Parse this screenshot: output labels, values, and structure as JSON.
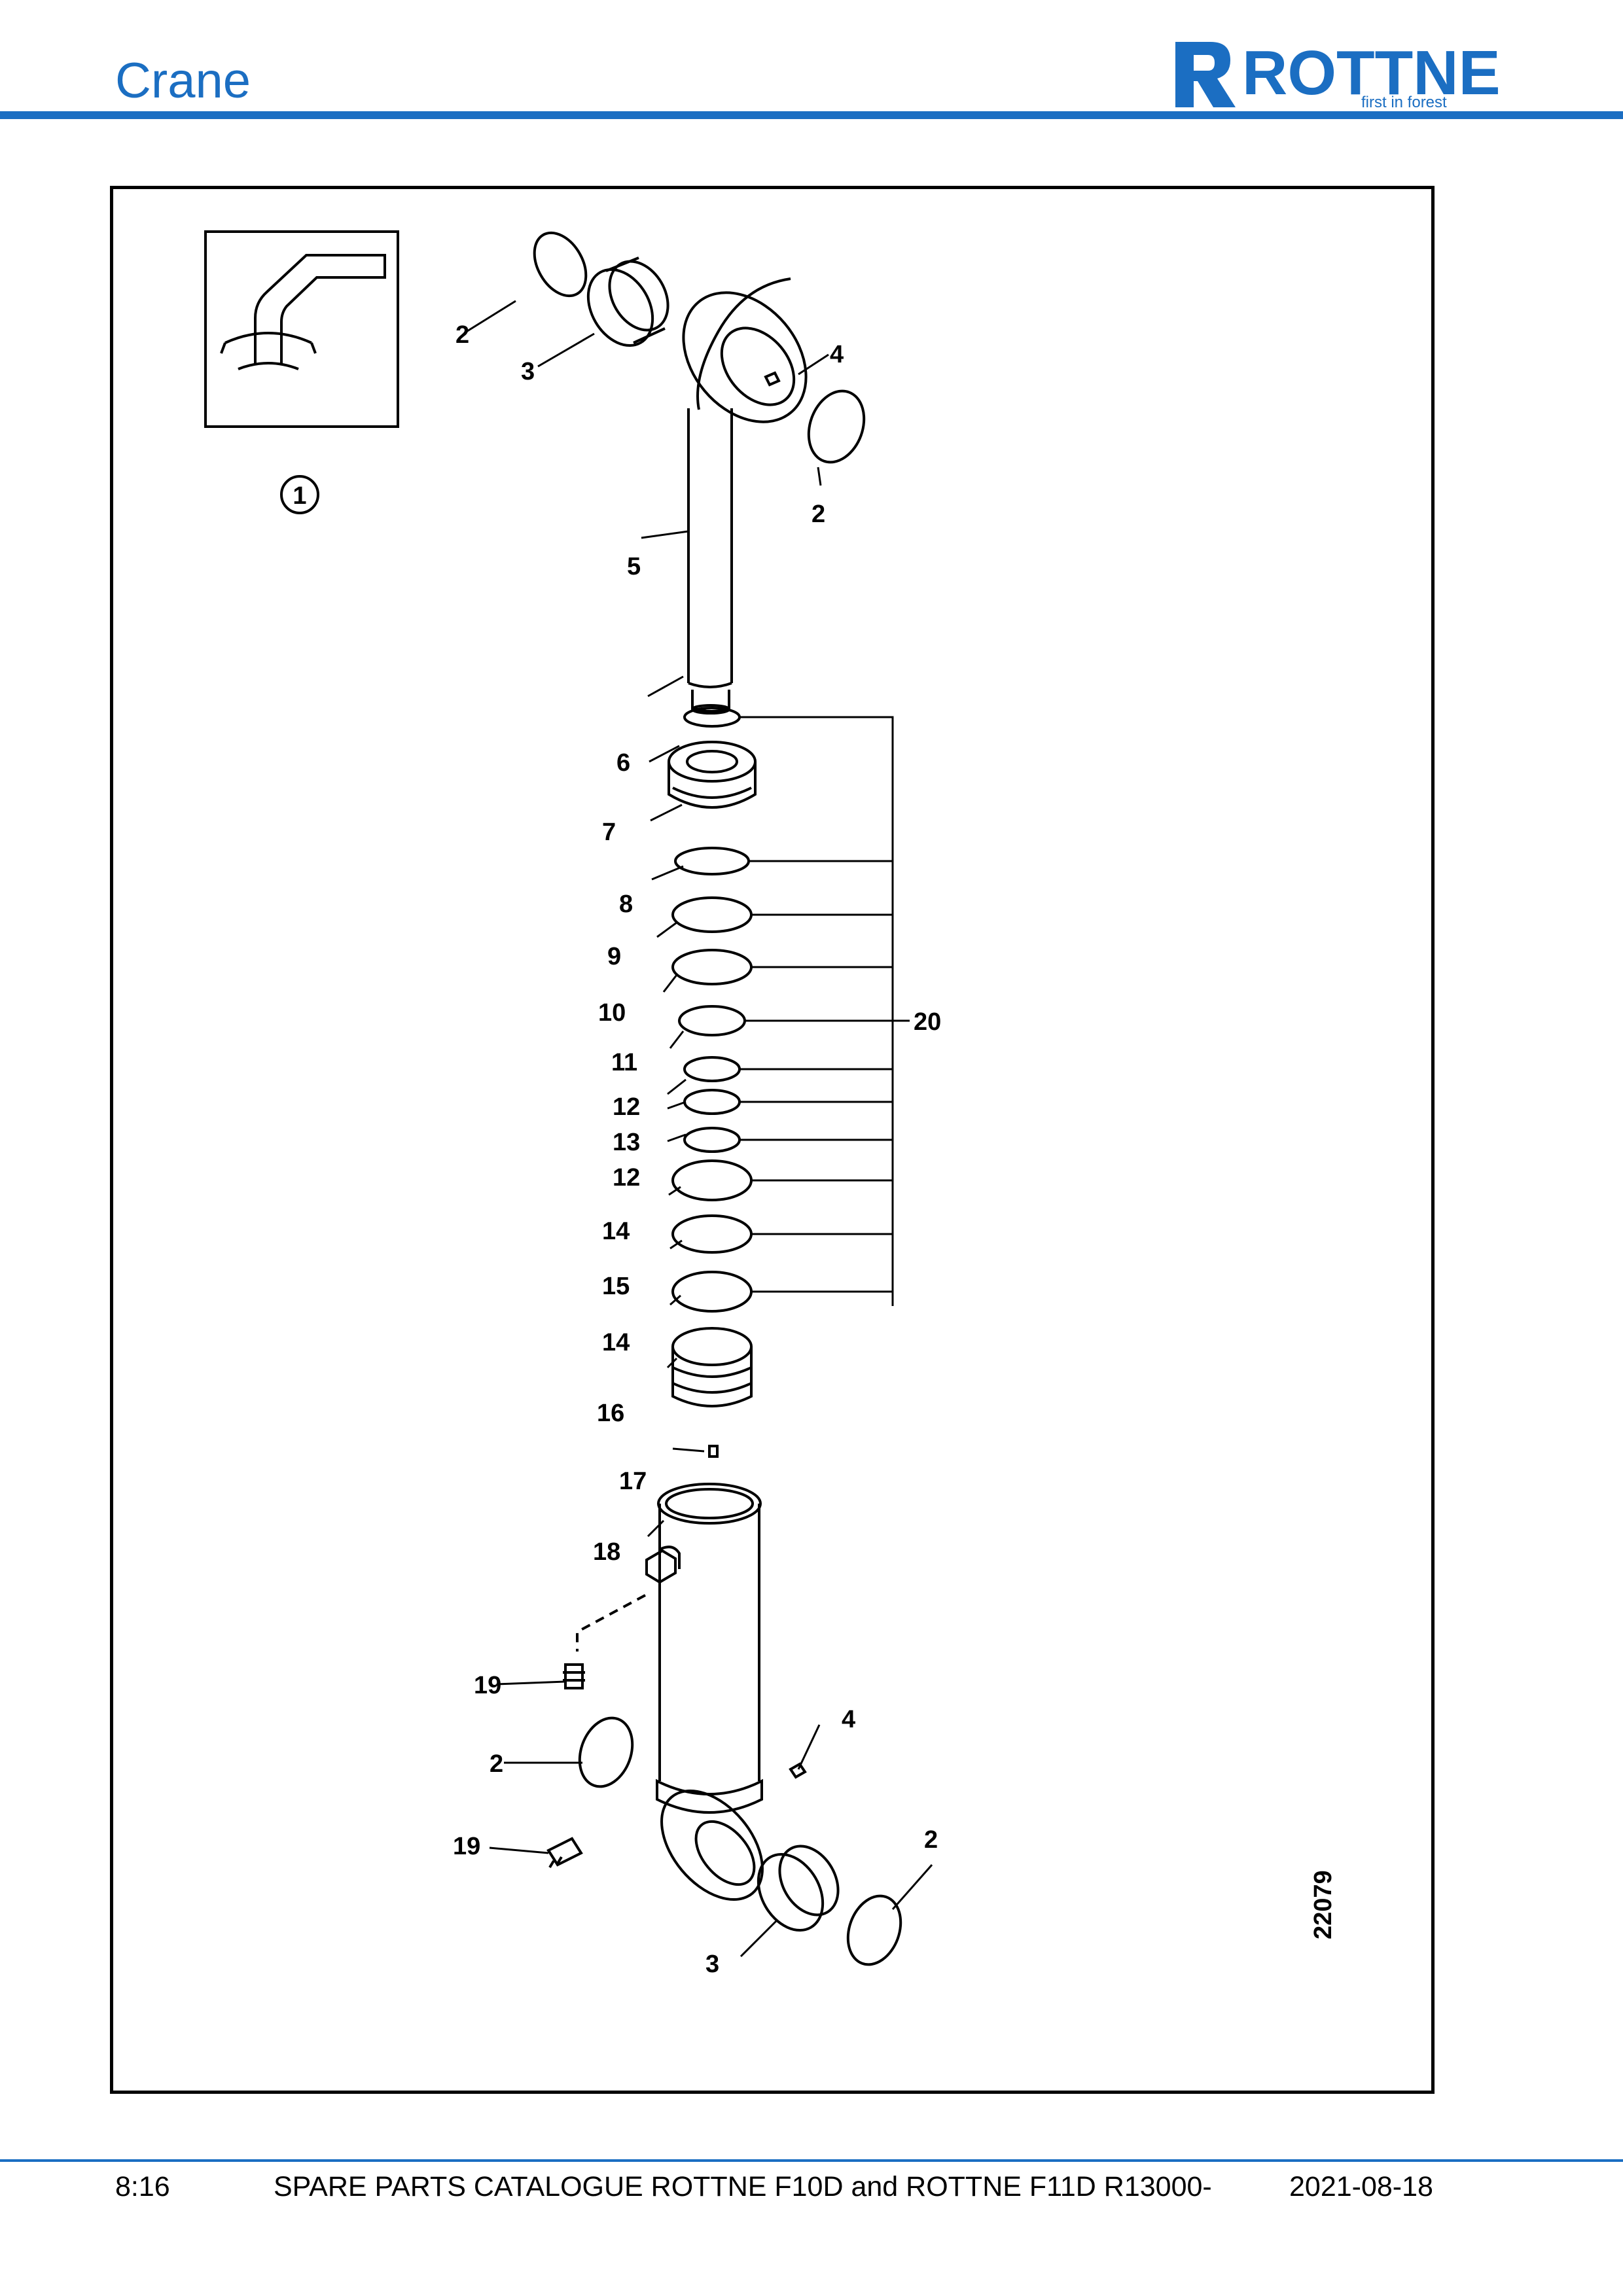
{
  "header": {
    "section_title": "Crane"
  },
  "logo": {
    "brand": "ROTTNE",
    "tagline": "first in forest",
    "brand_color": "#1b6ec2"
  },
  "figure": {
    "view_marker": "1",
    "drawing_number": "22079",
    "callouts": {
      "c1": "2",
      "c2": "3",
      "c3": "4",
      "c4": "2",
      "c5": "5",
      "c6": "6",
      "c7": "7",
      "c8": "8",
      "c9": "9",
      "c10": "10",
      "c11": "11",
      "c12": "12",
      "c13": "13",
      "c14": "12",
      "c15": "14",
      "c16": "15",
      "c17": "14",
      "c18": "16",
      "c19": "17",
      "c20": "18",
      "c21": "20",
      "c22": "19",
      "c23": "2",
      "c24": "4",
      "c25": "19",
      "c26": "2",
      "c27": "3"
    }
  },
  "footer": {
    "page": "8:16",
    "title": "SPARE PARTS CATALOGUE ROTTNE F10D and ROTTNE F11D R13000-",
    "date": "2021-08-18"
  }
}
